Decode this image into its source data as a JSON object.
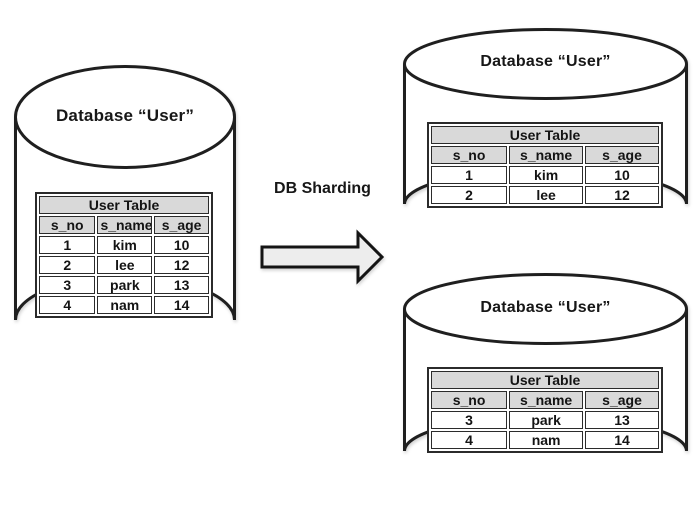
{
  "diagram": {
    "arrow_label": "DB Sharding",
    "source_db": {
      "title": "Database “User”",
      "table": {
        "title": "User Table",
        "columns": [
          "s_no",
          "s_name",
          "s_age"
        ],
        "rows": [
          [
            "1",
            "kim",
            "10"
          ],
          [
            "2",
            "lee",
            "12"
          ],
          [
            "3",
            "park",
            "13"
          ],
          [
            "4",
            "nam",
            "14"
          ]
        ]
      }
    },
    "shard_dbs": [
      {
        "title": "Database “User”",
        "table": {
          "title": "User Table",
          "columns": [
            "s_no",
            "s_name",
            "s_age"
          ],
          "rows": [
            [
              "1",
              "kim",
              "10"
            ],
            [
              "2",
              "lee",
              "12"
            ]
          ]
        }
      },
      {
        "title": "Database “User”",
        "table": {
          "title": "User Table",
          "columns": [
            "s_no",
            "s_name",
            "s_age"
          ],
          "rows": [
            [
              "3",
              "park",
              "13"
            ],
            [
              "4",
              "nam",
              "14"
            ]
          ]
        }
      }
    ],
    "colors": {
      "table_header_bg": "#d9d9d9",
      "border": "#1f1f1f",
      "arrow_fill": "#ededed",
      "background": "#ffffff"
    }
  }
}
